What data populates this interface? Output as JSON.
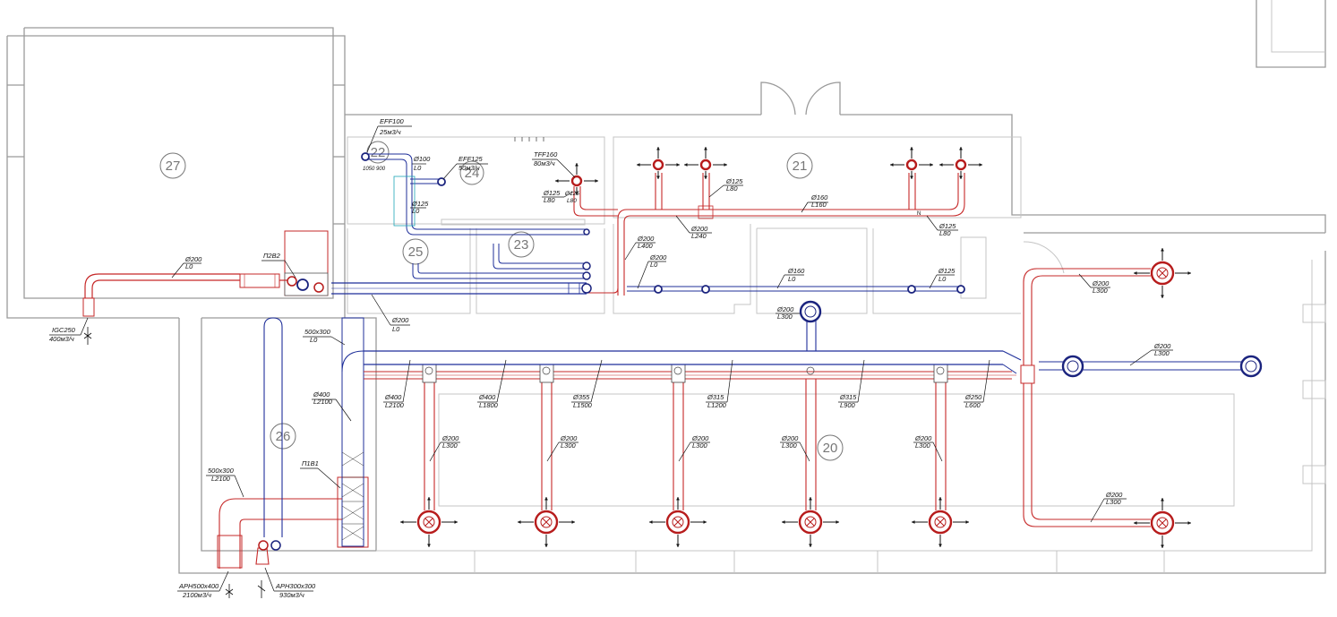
{
  "rooms": [
    "27",
    "22",
    "24",
    "21",
    "25",
    "23",
    "26",
    "20"
  ],
  "labels": {
    "eff100": [
      "EFF100",
      "25м3/ч"
    ],
    "eff125": [
      "EFF125",
      "50м3/ч"
    ],
    "tff160": [
      "TFF160",
      "80м3/ч"
    ],
    "d100": [
      "Ø100",
      "L0"
    ],
    "d125_a": [
      "Ø125",
      "L0"
    ],
    "d125_b": [
      "Ø125",
      "L80"
    ],
    "d125_c": [
      "Ø125",
      "L80"
    ],
    "d125_d": [
      "Ø125",
      "L80"
    ],
    "d160_top": [
      "Ø160",
      "L160"
    ],
    "d200_240": [
      "Ø200",
      "L240"
    ],
    "d200_400": [
      "Ø200",
      "L400"
    ],
    "d200_l0_mid": [
      "Ø200",
      "L0"
    ],
    "d160_mid": [
      "Ø160",
      "L0"
    ],
    "d125_mid": [
      "Ø125",
      "L0"
    ],
    "d200_left": [
      "Ø200",
      "L0"
    ],
    "p2b2": [
      "П2В2"
    ],
    "igc250": [
      "IGC250",
      "400м3/ч"
    ],
    "d200_exh_main": [
      "Ø200",
      "L0"
    ],
    "d500_l0": [
      "500x300",
      "L0"
    ],
    "d200_riser": [
      "Ø200",
      "L300"
    ],
    "d400_2100": [
      "Ø400",
      "L2100"
    ],
    "d400_2100b": [
      "Ø400",
      "L2100"
    ],
    "d400_1800": [
      "Ø400",
      "L1800"
    ],
    "d355": [
      "Ø355",
      "L1500"
    ],
    "d315_1200": [
      "Ø315",
      "L1200"
    ],
    "d315_900": [
      "Ø315",
      "L900"
    ],
    "d250": [
      "Ø250",
      "L600"
    ],
    "d200_exh_right": [
      "Ø200",
      "L300"
    ],
    "d200_sup_top": [
      "Ø200",
      "L300"
    ],
    "d200_sup_bot": [
      "Ø200",
      "L300"
    ],
    "p1b1": [
      "П1В1"
    ],
    "d500_2100": [
      "500x300",
      "L2100"
    ],
    "d200_b1": [
      "Ø200",
      "L300"
    ],
    "d200_b2": [
      "Ø200",
      "L300"
    ],
    "d200_b3": [
      "Ø200",
      "L300"
    ],
    "d200_b4": [
      "Ø200",
      "L300"
    ],
    "d200_b5": [
      "Ø200",
      "L300"
    ],
    "aph500": [
      "APH500x400",
      "2100м3/ч"
    ],
    "aph300": [
      "APH300x300",
      "930м3/ч"
    ]
  },
  "misc": {
    "small_dim": "1050 900"
  },
  "colors": {
    "supply": "#c62828",
    "exhaust": "#1f2f9a",
    "walls": "#9a9a9a"
  }
}
